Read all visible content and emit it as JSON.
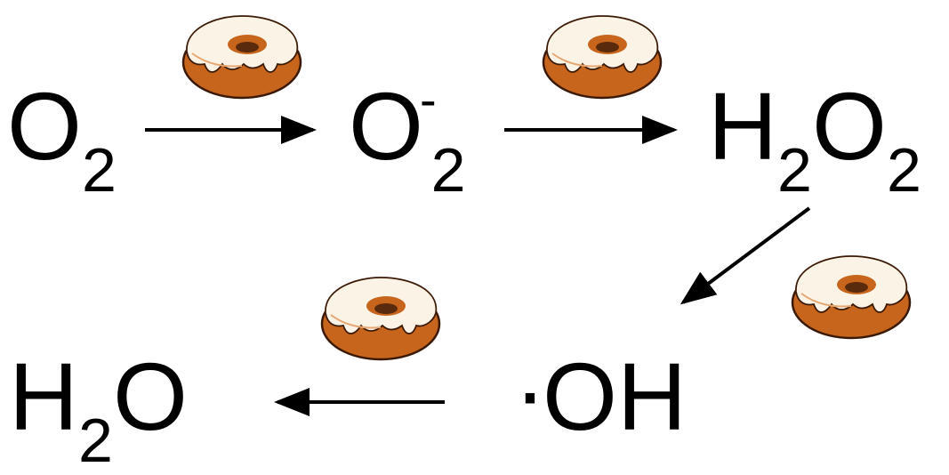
{
  "species": {
    "o2": {
      "symbol": "O",
      "subscript": "2"
    },
    "o2r": {
      "symbol": "O",
      "superscript": "-",
      "subscript": "2"
    },
    "h2o2": {
      "h": "H",
      "h_sub": "2",
      "o": "O",
      "o_sub": "2"
    },
    "oh": {
      "radical_dot": "·",
      "symbol": "OH"
    },
    "h2o": {
      "h": "H",
      "h_sub": "2",
      "o": "O"
    }
  },
  "colors": {
    "text": "#000000",
    "arrow": "#000000",
    "donut_dough": "#c8651c",
    "donut_icing": "#fbf3e6",
    "donut_hole": "#5a2a0c",
    "donut_outline": "#3b1a05"
  },
  "icons": [
    "donut-icon",
    "donut-icon",
    "donut-icon",
    "donut-icon"
  ]
}
